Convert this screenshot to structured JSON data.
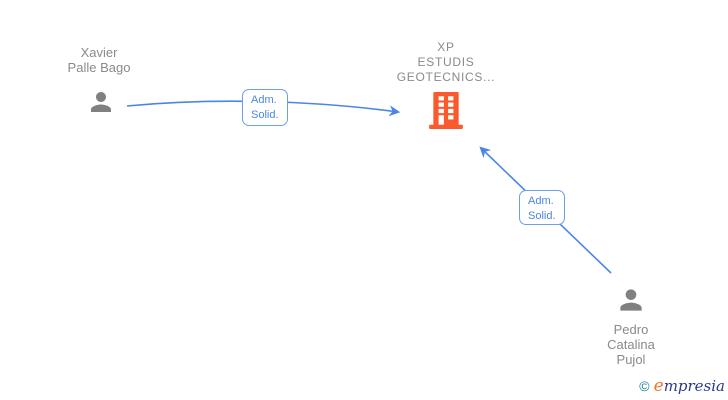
{
  "diagram": {
    "nodes": {
      "xavier": {
        "icon": "person-icon",
        "name_line1": "Xavier",
        "name_line2": "Palle Bago"
      },
      "company": {
        "icon": "building-icon",
        "name_line1": "XP",
        "name_line2": "ESTUDIS",
        "name_line3": "GEOTECNICS..."
      },
      "pedro": {
        "icon": "person-icon",
        "name_line1": "Pedro",
        "name_line2": "Catalina",
        "name_line3": "Pujol"
      }
    },
    "edges": {
      "xavier_to_company": {
        "label_line1": "Adm.",
        "label_line2": "Solid."
      },
      "pedro_to_company": {
        "label_line1": "Adm.",
        "label_line2": "Solid."
      }
    },
    "colors": {
      "edge_blue": "#4a86e8",
      "edge_label_border": "#6d9eeb",
      "person_gray": "#808080",
      "label_text_gray": "#8a8a8a",
      "company_orange": "#fa5b2e",
      "logo_copyright_teal": "#12808f",
      "logo_e_orange": "#f1752c",
      "logo_text_navy": "#2b3a8c"
    }
  },
  "footer": {
    "copyright_symbol": "©",
    "brand_first_letter": "e",
    "brand_rest": "mpresia"
  }
}
